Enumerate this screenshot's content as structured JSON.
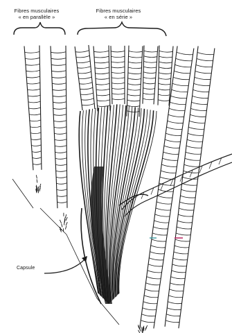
{
  "labels": {
    "parallel_line1": "Fibres musculaires",
    "parallel_line2": "« en parallèle »",
    "series_line1": "Fibres musculaires",
    "series_line2": "« en série »",
    "capsule": "Capsule"
  },
  "colors": {
    "ink": "#1a1a1a",
    "paper": "#ffffff",
    "accent_marks": [
      "#c0306a",
      "#3a9aa0"
    ]
  }
}
